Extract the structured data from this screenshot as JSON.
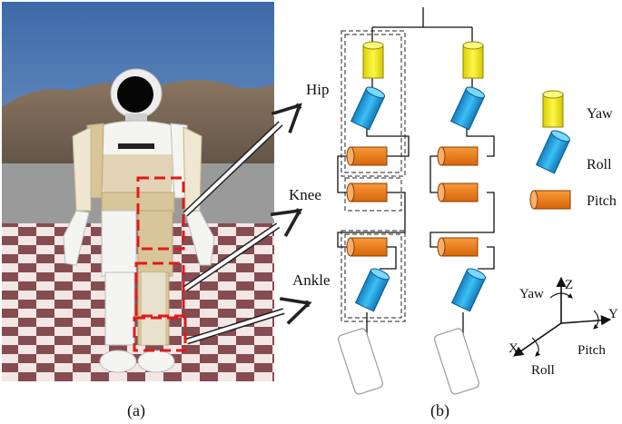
{
  "panel_a": {
    "caption": "(a)",
    "joint_labels": {
      "hip": "Hip",
      "knee": "Knee",
      "ankle": "Ankle"
    }
  },
  "panel_b": {
    "caption": "(b)",
    "legend": {
      "yaw": "Yaw",
      "roll": "Roll",
      "pitch": "Pitch"
    },
    "axes": {
      "z": "Z",
      "y": "Y",
      "x": "X",
      "yaw": "Yaw",
      "pitch": "Pitch",
      "roll": "Roll"
    }
  },
  "colors": {
    "yaw": "#f5ee1e",
    "roll": "#1ea8e6",
    "pitch": "#ef7a12",
    "robot_beige": "#d8c59a",
    "robot_white": "#f4f4f0",
    "highlight": "#e01a1a",
    "floor_dark": "#7b3d44",
    "floor_light": "#f2e5e3",
    "sky": "#5a82b4"
  },
  "icons": [
    "yaw-cylinder-icon",
    "roll-cylinder-icon",
    "pitch-cylinder-icon",
    "arrow-icon",
    "rotation-arrow-icon"
  ]
}
